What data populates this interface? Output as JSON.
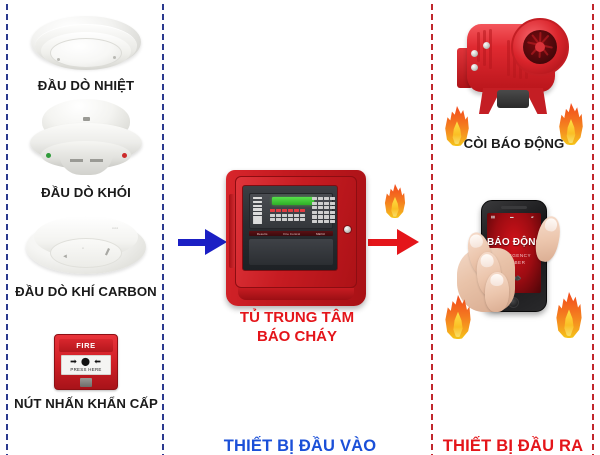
{
  "diagram": {
    "title_input_group": "THIẾT BỊ ĐẦU VÀO",
    "title_output_group": "THIẾT BỊ ĐẦU RA",
    "center_label_line1": "TỦ TRUNG TÂM",
    "center_label_line2": "BÁO CHÁY",
    "colors": {
      "input_group": "#1b50d8",
      "output_group": "#e4151a",
      "input_border": "#2b3a8f",
      "output_border": "#c0272d",
      "input_arrow": "#1b1fc4",
      "output_arrow": "#e4151a",
      "panel_red": "#c71c22",
      "flame_orange": "#f4731f",
      "flame_yellow": "#f5c518"
    }
  },
  "input_devices": [
    {
      "id": "heat-detector",
      "label": "ĐẦU DÒ NHIỆT",
      "icon": "heat-detector-icon"
    },
    {
      "id": "smoke-detector",
      "label": "ĐẦU DÒ KHÓI",
      "icon": "smoke-detector-icon"
    },
    {
      "id": "co-detector",
      "label": "ĐẦU DÒ KHÍ CARBON",
      "icon": "carbon-monoxide-detector-icon"
    },
    {
      "id": "manual-call-point",
      "label": "NÚT NHẤN KHẨN CẤP",
      "icon": "manual-call-point-icon"
    }
  ],
  "manual_call_point": {
    "fire_text": "FIRE",
    "press_text": "PRESS HERE",
    "arrows": "➡ ⬤ ⬅"
  },
  "control_panel": {
    "icon": "fire-alarm-control-panel-icon",
    "brand_left": "Results",
    "brand_center": "Fire Control",
    "brand_right": "MENU"
  },
  "output_devices": [
    {
      "id": "alarm-siren",
      "label": "CÒI BÁO ĐỘNG",
      "icon": "alarm-siren-icon"
    },
    {
      "id": "mobile-alert",
      "label": "",
      "icon": "mobile-phone-alert-icon"
    }
  ],
  "phone": {
    "alarm_text": "BÁO ĐỘNG",
    "emergency_text": "EMERGENCY\nNUMBER",
    "call_icon": "📞"
  },
  "arrows": {
    "input_arrow_name": "input-to-panel-arrow",
    "output_arrow_name": "panel-to-output-arrow"
  },
  "flames": {
    "icon": "flame-icon",
    "count_visible": 5
  }
}
